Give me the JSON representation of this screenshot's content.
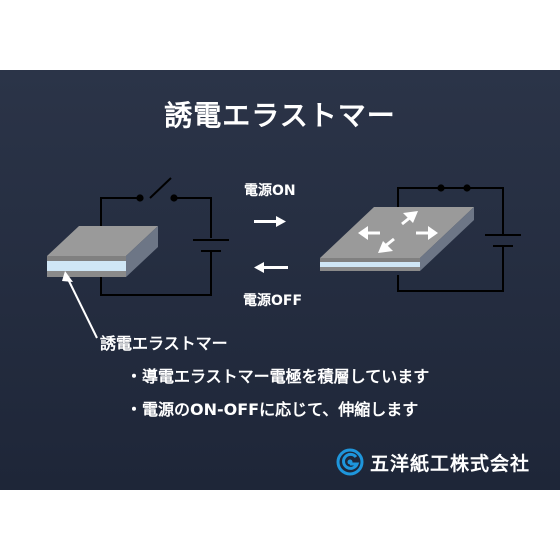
{
  "slide": {
    "title": "誘電エラストマー",
    "arrow_forward_label": "電源ON",
    "arrow_back_label": "電源OFF",
    "material_label": "誘電エラストマー",
    "bullets": [
      "・導電エラストマー電極を積層しています",
      "・電源のON-OFFに応じて、伸縮します"
    ],
    "company_name": "五洋紙工株式会社",
    "logo_icon": "g-logo-icon"
  },
  "colors": {
    "background_top": "#2b3448",
    "background_bottom": "#1e2638",
    "text": "#ffffff",
    "plate_top": "#9a9a9a",
    "plate_layer": "#cfe6f5",
    "wire": "#000000",
    "logo_blue": "#1e96dc"
  }
}
